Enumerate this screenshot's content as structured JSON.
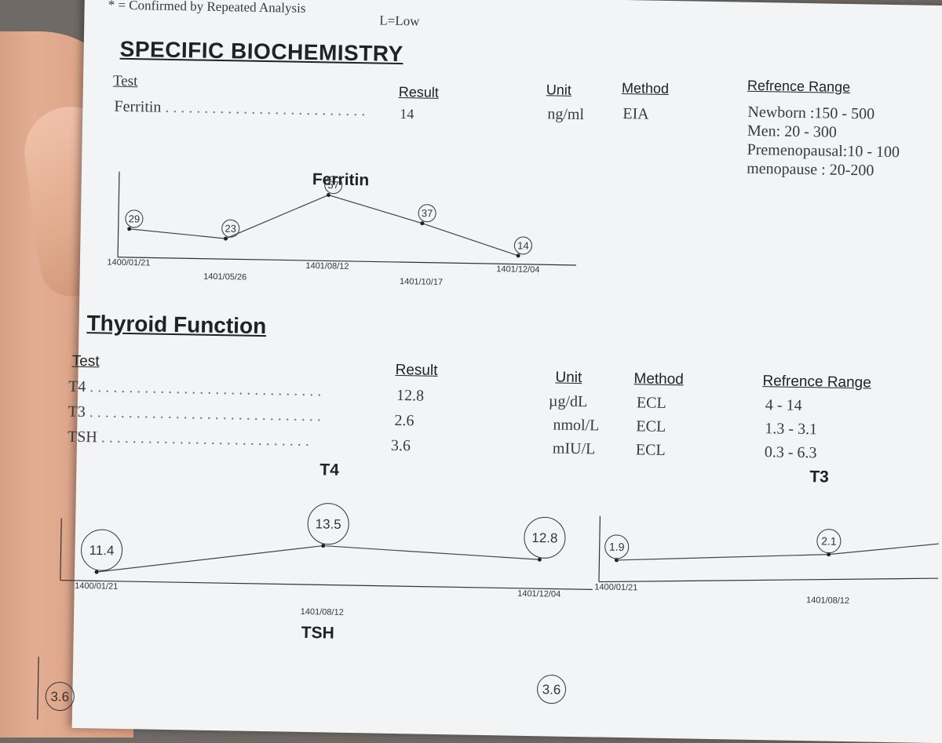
{
  "legend": {
    "confirmed": "* = Confirmed by Repeated Analysis",
    "low": "L=Low"
  },
  "specific": {
    "title": "SPECIFIC BIOCHEMISTRY",
    "headers": {
      "test": "Test",
      "result": "Result",
      "unit": "Unit",
      "method": "Method",
      "range": "Refrence Range"
    },
    "row": {
      "test": "Ferritin",
      "result": "14",
      "unit": "ng/ml",
      "method": "EIA"
    },
    "ranges": [
      "Newborn :150 - 500",
      "Men: 20 - 300",
      "Premenopausal:10 - 100",
      "menopause : 20-200"
    ]
  },
  "thyroid": {
    "title": "Thyroid Function",
    "headers": {
      "test": "Test",
      "result": "Result",
      "unit": "Unit",
      "method": "Method",
      "range": "Refrence Range"
    },
    "rows": [
      {
        "test": "T4",
        "result": "12.8",
        "unit": "µg/dL",
        "method": "ECL",
        "range": "4 - 14"
      },
      {
        "test": "T3",
        "result": "2.6",
        "unit": "nmol/L",
        "method": "ECL",
        "range": "1.3 - 3.1"
      },
      {
        "test": "TSH",
        "result": "3.6",
        "unit": "mIU/L",
        "method": "ECL",
        "range": "0.3 - 6.3"
      }
    ]
  },
  "chart_data": [
    {
      "type": "line",
      "title": "Ferritin",
      "x": [
        "1400/01/21",
        "1401/05/26",
        "1401/08/12",
        "1401/10/17",
        "1401/12/04"
      ],
      "values": [
        29,
        23,
        57,
        37,
        14
      ]
    },
    {
      "type": "line",
      "title": "T4",
      "x": [
        "1400/01/21",
        "1401/08/12",
        "1401/12/04"
      ],
      "values": [
        11.4,
        13.5,
        12.8
      ]
    },
    {
      "type": "line",
      "title": "T3",
      "x": [
        "1400/01/21",
        "1401/08/12"
      ],
      "values": [
        1.9,
        2.1
      ]
    },
    {
      "type": "line",
      "title": "TSH",
      "x": [],
      "values": [
        3.6,
        3.6
      ]
    }
  ]
}
